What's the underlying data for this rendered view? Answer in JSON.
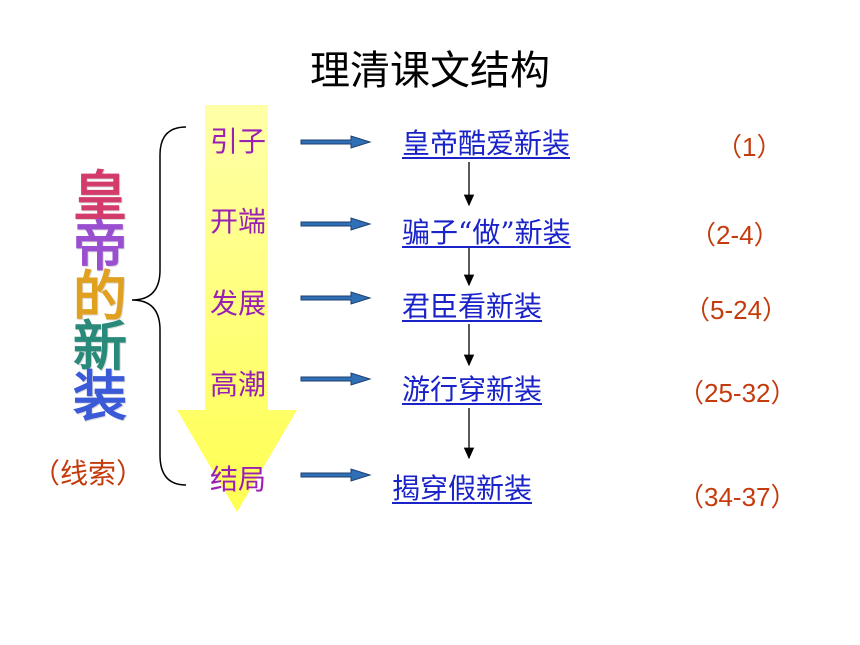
{
  "title": "理清课文结构",
  "vertical_title": [
    "皇",
    "帝",
    "的",
    "新",
    "装"
  ],
  "vertical_title_colors": [
    "#d23b6a",
    "#9a4fd0",
    "#e0a020",
    "#2a8a7a",
    "#3a5ad8"
  ],
  "clue_label": "（线索）",
  "colors": {
    "stage": "#9a1fb3",
    "event": "#1a23c8",
    "paragraph": "#c43b0c",
    "arrow_fill": "#ffff66"
  },
  "rows": [
    {
      "stage": "引子",
      "event": "皇帝酷爱新装",
      "paragraphs": "（1）"
    },
    {
      "stage": "开端",
      "event": "骗子“做”新装",
      "paragraphs": "（2-4）"
    },
    {
      "stage": "发展",
      "event": "君臣看新装",
      "paragraphs": "（5-24）"
    },
    {
      "stage": "高潮",
      "event": "游行穿新装",
      "paragraphs": "（25-32）"
    },
    {
      "stage": "结局",
      "event": "揭穿假新装",
      "paragraphs": "（34-37）"
    }
  ]
}
